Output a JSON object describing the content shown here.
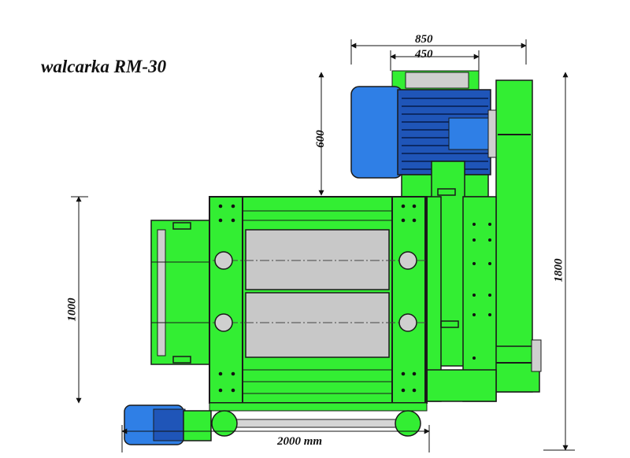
{
  "title": "walcarka RM-30",
  "dimensions": {
    "top_outer": "850",
    "top_inner": "450",
    "motor_height": "600",
    "left_height": "1000",
    "right_height": "1800",
    "bottom_length": "2000 mm"
  },
  "colors": {
    "frame_green": "#33ee33",
    "roller_gray": "#c8c8c8",
    "motor_blue": "#2f7fe6",
    "motor_dark": "#1f55b8",
    "outline": "#1a1a1a"
  }
}
